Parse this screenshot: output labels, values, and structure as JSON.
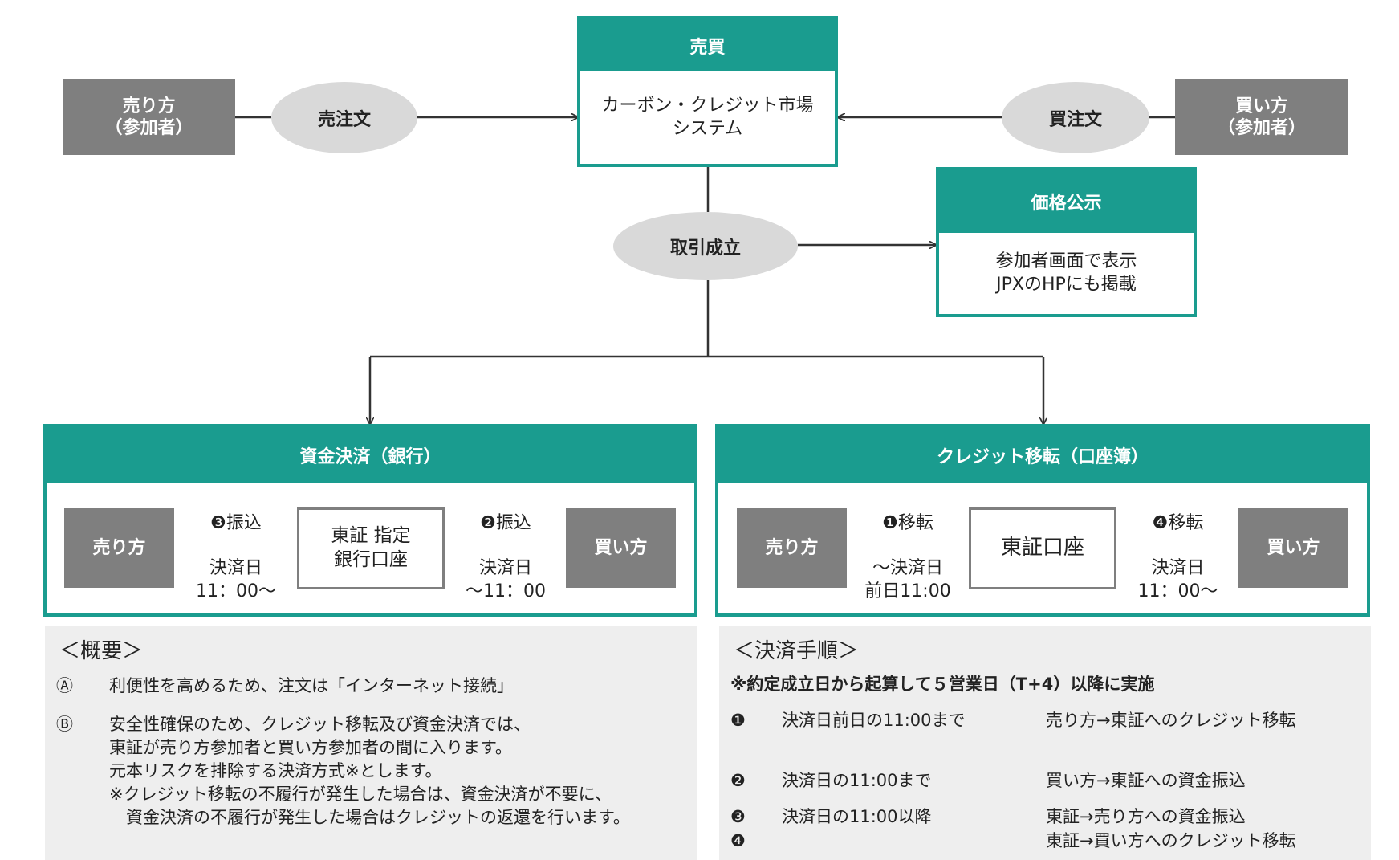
{
  "top": {
    "seller": {
      "label": "売り方\n（参加者）"
    },
    "buyer": {
      "label": "買い方\n（参加者）"
    },
    "sell_order": "売注文",
    "buy_order": "買注文",
    "trading": {
      "header": "売買",
      "body": "カーボン・クレジット市場\nシステム"
    },
    "trade_executed": "取引成立",
    "price": {
      "header": "価格公示",
      "body": "参加者画面で表示\nJPXのHPにも掲載"
    }
  },
  "fund": {
    "header": "資金決済（銀行）",
    "seller": "売り方",
    "buyer": "買い方",
    "center": "東証 指定\n銀行口座",
    "left_top": "❸振込",
    "left_bottom": "決済日\n11：00〜",
    "right_top": "❷振込",
    "right_bottom": "決済日\n〜11：00"
  },
  "credit": {
    "header": "クレジット移転（口座簿）",
    "seller": "売り方",
    "buyer": "買い方",
    "center": "東証口座",
    "left_top": "❶移転",
    "left_bottom": "〜決済日\n前日11:00",
    "right_top": "❹移転",
    "right_bottom": "決済日\n11：00〜"
  },
  "overview": {
    "title": "＜概要＞",
    "items": [
      {
        "marker": "Ⓐ",
        "text": "利便性を高めるため、注文は「インターネット接続」"
      },
      {
        "marker": "Ⓑ",
        "text": "安全性確保のため、クレジット移転及び資金決済では、\n東証が売り方参加者と買い方参加者の間に入ります。\n元本リスクを排除する決済方式※とします。\n※クレジット移転の不履行が発生した場合は、資金決済が不要に、\n　資金決済の不履行が発生した場合はクレジットの返還を行います。"
      }
    ]
  },
  "procedure": {
    "title": "＜決済手順＞",
    "note": "※約定成立日から起算して５営業日（T+4）以降に実施",
    "steps": [
      {
        "marker": "❶",
        "time": "決済日前日の11:00まで",
        "action": "売り方→東証へのクレジット移転"
      },
      {
        "marker": "❷",
        "time": "決済日の11:00まで",
        "action": "買い方→東証への資金振込"
      },
      {
        "marker": "❸",
        "time": "決済日の11:00以降",
        "action": "東証→売り方への資金振込"
      },
      {
        "marker": "❹",
        "time": "",
        "action": "東証→買い方へのクレジット移転"
      }
    ]
  }
}
